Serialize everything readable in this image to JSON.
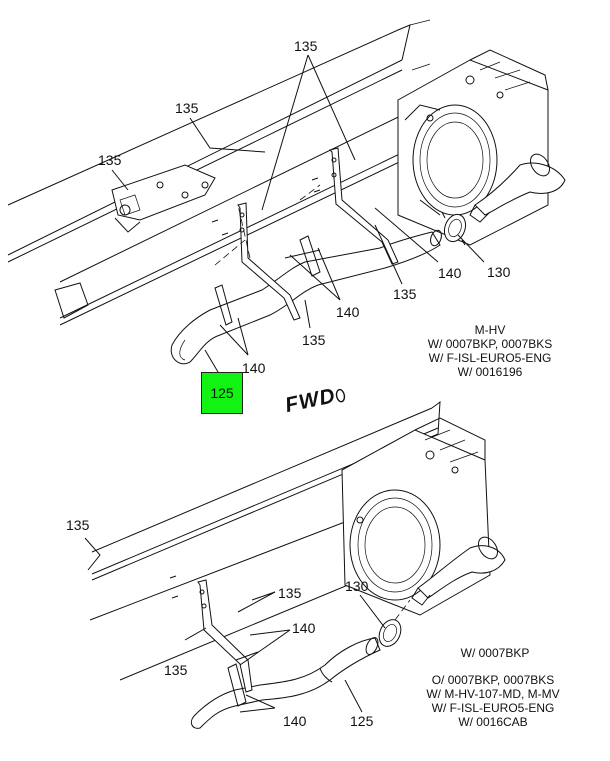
{
  "callouts": {
    "top": {
      "c135_a": "135",
      "c135_b": "135",
      "c135_c": "135",
      "c135_d": "135",
      "c135_e": "135",
      "c140_a": "140",
      "c140_b": "140",
      "c140_c": "140",
      "c130": "130",
      "c125_highlight": "125"
    },
    "bottom": {
      "c135_a": "135",
      "c135_b": "135",
      "c135_c": "135",
      "c140_a": "140",
      "c140_b": "140",
      "c130": "130",
      "c125": "125"
    }
  },
  "notes": {
    "top_applicability": [
      "M-HV",
      "W/ 0007BKP, 0007BKS",
      "W/ F-ISL-EURO5-ENG",
      "W/ 0016196"
    ],
    "bottom_applicability_1": [
      "W/ 0007BKP"
    ],
    "bottom_applicability_2": [
      "O/ 0007BKP, 0007BKS",
      "W/ M-HV-107-MD, M-MV",
      "W/ F-ISL-EURO5-ENG",
      "W/ 0016CAB"
    ]
  },
  "fwd_label": "FWD",
  "highlight_color": "#13f313"
}
